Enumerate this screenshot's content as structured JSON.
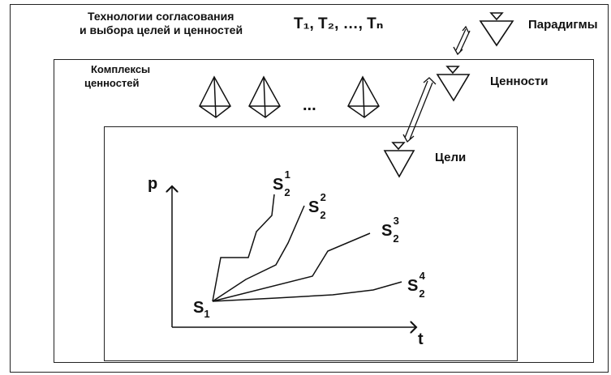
{
  "technologies_label_line1": "Технологии согласования",
  "technologies_label_line2": "и выбора целей и ценностей",
  "technologies_sequence": "T₁, T₂, …, Tₙ",
  "paradigms_label": "Парадигмы",
  "value_complexes_line1": "Комплексы",
  "value_complexes_line2": "ценностей",
  "values_label": "Ценности",
  "goals_label": "Цели",
  "ellipsis": "...",
  "axis_p": "p",
  "axis_t": "t",
  "start_state": {
    "letter": "S",
    "index": "1"
  },
  "target_states": [
    {
      "letter": "S",
      "sub": "2",
      "sup": "1"
    },
    {
      "letter": "S",
      "sub": "2",
      "sup": "2"
    },
    {
      "letter": "S",
      "sub": "2",
      "sup": "3"
    },
    {
      "letter": "S",
      "sub": "2",
      "sup": "4"
    }
  ]
}
